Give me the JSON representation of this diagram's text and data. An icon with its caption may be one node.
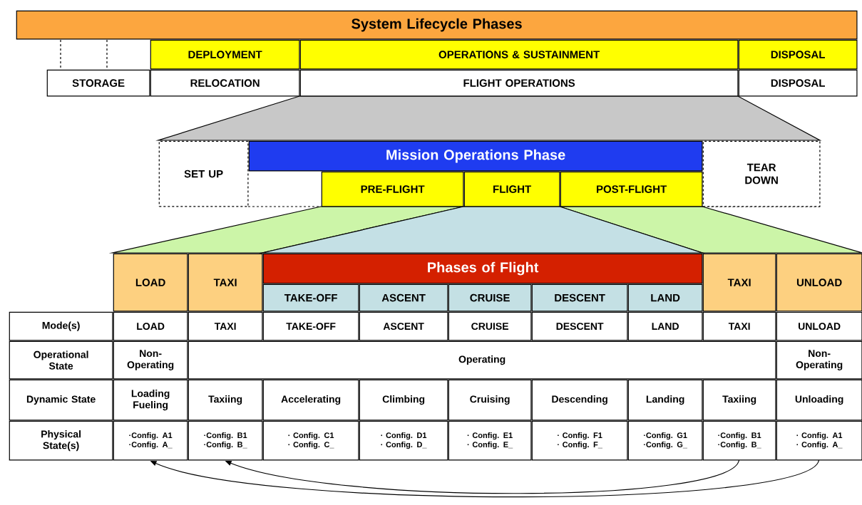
{
  "diagram": {
    "nodes": [
      {
        "text": [
          "System Lifecycle Phases"
        ]
      },
      {
        "text": [
          "DEPLOYMENT"
        ]
      },
      {
        "text": [
          "OPERATIONS & SUSTAINMENT"
        ]
      },
      {
        "text": [
          "DISPOSAL"
        ]
      },
      {
        "text": [
          "STORAGE"
        ]
      },
      {
        "text": [
          "RELOCATION"
        ]
      },
      {
        "text": [
          "FLIGHT OPERATIONS"
        ]
      },
      {
        "text": [
          "DISPOSAL"
        ]
      },
      {
        "text": [
          "SET UP"
        ]
      },
      {
        "text": [
          "Mission Operations Phase"
        ]
      },
      {
        "text": [
          "PRE-FLIGHT"
        ]
      },
      {
        "text": [
          "FLIGHT"
        ]
      },
      {
        "text": [
          "POST-FLIGHT"
        ]
      },
      {
        "text": [
          "TEAR DOWN"
        ]
      },
      {
        "text": [
          "LOAD"
        ]
      },
      {
        "text": [
          "TAXI"
        ]
      },
      {
        "text": [
          "Phases of Flight"
        ]
      },
      {
        "text": [
          "TAKE-OFF"
        ]
      },
      {
        "text": [
          "ASCENT"
        ]
      },
      {
        "text": [
          "CRUISE"
        ]
      },
      {
        "text": [
          "DESCENT"
        ]
      },
      {
        "text": [
          "LAND"
        ]
      },
      {
        "text": [
          "TAXI"
        ]
      },
      {
        "text": [
          "UNLOAD"
        ]
      },
      {
        "text": [
          "Mode(s)"
        ]
      },
      {
        "text": [
          "LOAD"
        ]
      },
      {
        "text": [
          "TAXI"
        ]
      },
      {
        "text": [
          "TAKE-OFF"
        ]
      },
      {
        "text": [
          "ASCENT"
        ]
      },
      {
        "text": [
          "CRUISE"
        ]
      },
      {
        "text": [
          "DESCENT"
        ]
      },
      {
        "text": [
          "LAND"
        ]
      },
      {
        "text": [
          "TAXI"
        ]
      },
      {
        "text": [
          "UNLOAD"
        ]
      },
      {
        "text": [
          "Operational State"
        ]
      },
      {
        "text": [
          "Non-Operating"
        ]
      },
      {
        "text": [
          "Operating"
        ]
      },
      {
        "text": [
          "Non-Operating"
        ]
      },
      {
        "text": [
          "Dynamic State"
        ]
      },
      {
        "text": [
          "Loading Fueling"
        ]
      },
      {
        "text": [
          "Taxiing"
        ]
      },
      {
        "text": [
          "Accelerating"
        ]
      },
      {
        "text": [
          "Climbing"
        ]
      },
      {
        "text": [
          "Cruising"
        ]
      },
      {
        "text": [
          "Descending"
        ]
      },
      {
        "text": [
          "Landing"
        ]
      },
      {
        "text": [
          "Taxiing"
        ]
      },
      {
        "text": [
          "Unloading"
        ]
      },
      {
        "text": [
          "Physical State(s)"
        ]
      },
      {
        "text": [
          "·Config. A1",
          "·Config. A_"
        ]
      },
      {
        "text": [
          "·Config. B1",
          "·Config. B_"
        ]
      },
      {
        "text": [
          "· Config. C1",
          "· Config. C_"
        ]
      },
      {
        "text": [
          "· Config. D1",
          "· Config. D_"
        ]
      },
      {
        "text": [
          "· Config. E1",
          "· Config. E_"
        ]
      },
      {
        "text": [
          "· Config. F1",
          "· Config. F_"
        ]
      },
      {
        "text": [
          "·Config. G1",
          "·Config. G_"
        ]
      },
      {
        "text": [
          "·Config. B1",
          "·Config. B_"
        ]
      },
      {
        "text": [
          "· Config. A1",
          "· Config. A_"
        ]
      }
    ],
    "edges": [
      {
        "from": 56,
        "to": 50,
        "arrow": "to"
      },
      {
        "from": 57,
        "to": 49,
        "arrow": "to"
      }
    ]
  }
}
